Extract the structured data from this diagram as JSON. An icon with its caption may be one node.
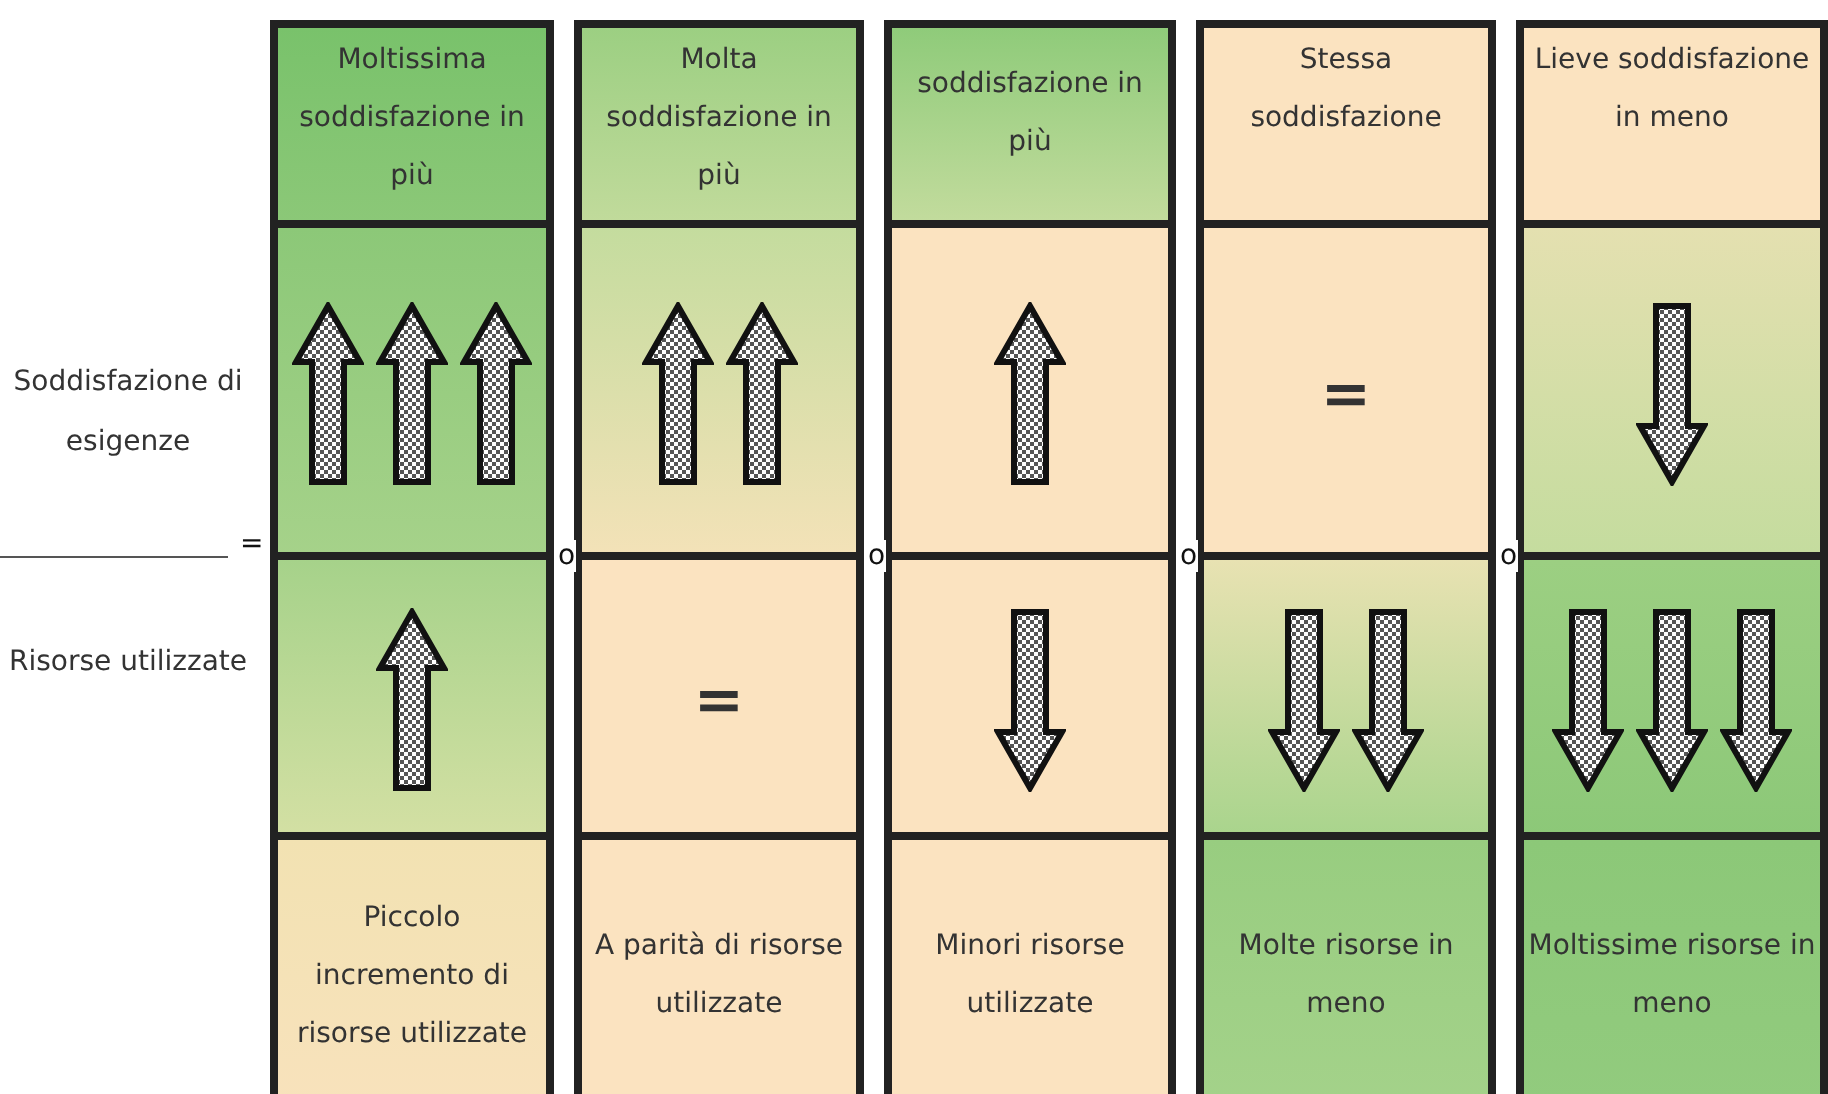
{
  "diagram": {
    "labels": [
      "Moltissima soddisfazione in più",
      "Molta soddisfazione in più",
      "soddisfazione in più",
      "Stessa soddisfazione",
      "Lieve soddisfazione in meno",
      "Soddisfazione di esigenze",
      "=",
      "=",
      "o",
      "o",
      "o",
      "o",
      "Risorse utilizzate",
      "=",
      "Piccolo incremento di risorse utilizzate",
      "A parità di risorse utilizzate",
      "Minori risorse utilizzate",
      "Molte risorse in meno",
      "Moltissime risorse in meno"
    ]
  }
}
